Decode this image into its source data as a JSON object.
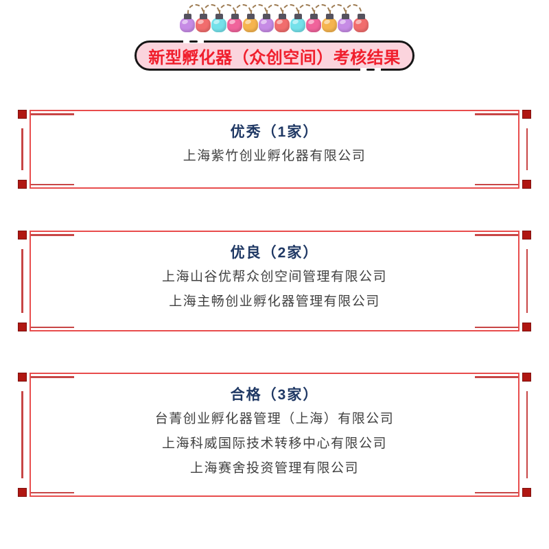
{
  "header": {
    "lantern_string": {
      "bulb_colors": [
        "#C68BE5",
        "#F16D6D",
        "#74E1EA",
        "#F0639B",
        "#F5B44F",
        "#C68BE5",
        "#F16D6D",
        "#74E1EA",
        "#F0639B",
        "#F5B44F",
        "#C68BE5",
        "#F16D6D"
      ],
      "cap_color": "#55525E",
      "rope_color": "#9D7B52"
    },
    "banner": {
      "title": "新型孵化器（众创空间）考核结果"
    }
  },
  "sections": [
    {
      "title": "优秀（1家）",
      "companies": [
        "上海紫竹创业孵化器有限公司"
      ]
    },
    {
      "title": "优良（2家）",
      "companies": [
        "上海山谷优帮众创空间管理有限公司",
        "上海主畅创业孵化器管理有限公司"
      ]
    },
    {
      "title": "合格（3家）",
      "companies": [
        "台菁创业孵化器管理（上海）有限公司",
        "上海科威国际技术转移中心有限公司",
        "上海赛舍投资管理有限公司"
      ]
    }
  ],
  "colors": {
    "page_bg": "#FFFFFF",
    "banner_bg": "#FBD4DD",
    "banner_border": "#161616",
    "banner_text": "#F01E2C",
    "panel_border": "#E84C4C",
    "corner_square": "#B01712",
    "accent_line": "#C74545",
    "section_title": "#1F3864",
    "company_text": "#404040",
    "rope": "#9D7B52",
    "cap": "#55525E"
  }
}
